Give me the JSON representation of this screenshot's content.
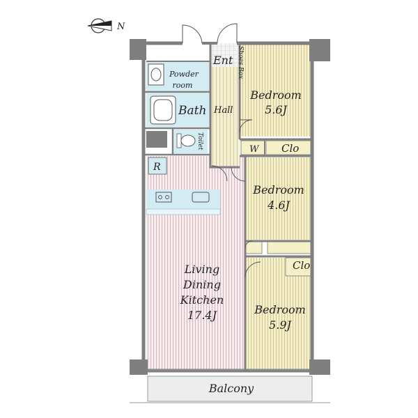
{
  "compass": {
    "label": "N"
  },
  "rooms": {
    "entrance": {
      "label": "Ent"
    },
    "shoes_box": {
      "label": "Shoes Box"
    },
    "powder_room": {
      "line1": "Powder",
      "line2": "room"
    },
    "bath": {
      "label": "Bath"
    },
    "hall": {
      "label": "Hall"
    },
    "toilet": {
      "label": "Toilet"
    },
    "refrigerator": {
      "label": "R"
    },
    "bedroom_1": {
      "name": "Bedroom",
      "size": "5.6J"
    },
    "walk_in": {
      "label": "W"
    },
    "closet_1": {
      "label": "Clo"
    },
    "bedroom_2": {
      "name": "Bedroom",
      "size": "4.6J"
    },
    "closet_2": {
      "label": "Clo"
    },
    "bedroom_3": {
      "name": "Bedroom",
      "size": "5.9J"
    },
    "ldk": {
      "line1": "Living",
      "line2": "Dining",
      "line3": "Kitchen",
      "size": "17.4J"
    },
    "balcony": {
      "label": "Balcony"
    }
  },
  "colors": {
    "wall": "#7f7f7f",
    "wood_floor": "#f6f0c8",
    "wood_stripe": "#c9b98a",
    "ldk_floor": "#f7e8ec",
    "ldk_stripe": "#c7a9b2",
    "wet_area": "#d3ecf4",
    "hall_floor": "#f4efd0",
    "balcony": "#ededed"
  }
}
